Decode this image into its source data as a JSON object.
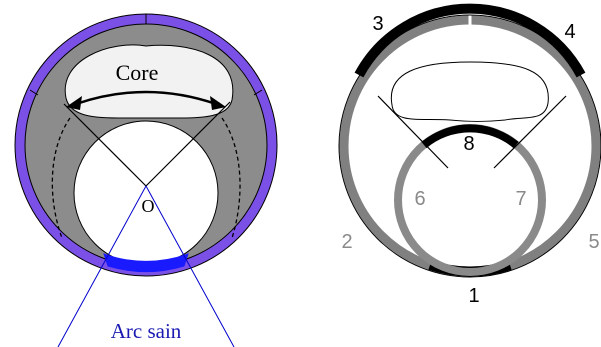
{
  "left_diagram": {
    "core_label": "Core",
    "center_label": "O",
    "arc_label": "Arc sain",
    "colors": {
      "outer_ring": "#7b50e6",
      "wall": "#8c8c8c",
      "arc_highlight": "#1a1aff",
      "ray": "#0000cc",
      "arc_text": "#1a1ab3",
      "line": "#000000",
      "core_fill": "#f2f2f2"
    }
  },
  "right_diagram": {
    "segment_labels": {
      "s1": "1",
      "s2": "2",
      "s3": "3",
      "s4": "4",
      "s5": "5",
      "s6": "6",
      "s7": "7",
      "s8": "8"
    },
    "colors": {
      "black_segment": "#000000",
      "gray_segment": "#808080",
      "label_dark": "#000000",
      "label_gray": "#8a8a8a"
    }
  }
}
